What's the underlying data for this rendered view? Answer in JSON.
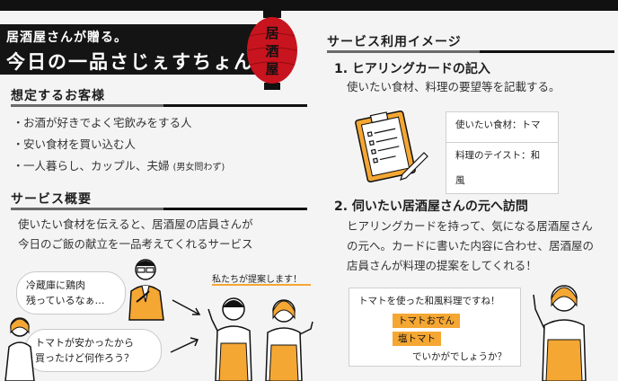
{
  "banner": {
    "subtitle": "居酒屋さんが贈る。",
    "title": "今日の一品さじぇすちょん",
    "lantern_text": [
      "居",
      "酒",
      "屋"
    ]
  },
  "target": {
    "heading": "想定するお客様",
    "items": [
      "お酒が好きでよく宅飲みをする人",
      "安い食材を買い込む人",
      "一人暮らし、カップル、夫婦"
    ],
    "item3_note": "(男女問わず)"
  },
  "overview": {
    "heading": "サービス概要",
    "lines": [
      "使いたい食材を伝えると、居酒屋の店員さんが",
      "今日のご飯の献立を一品考えてくれるサービス"
    ],
    "bubble1": [
      "冷蔵庫に鶏肉",
      "残っているなぁ…"
    ],
    "bubble2": [
      "トマトが安かったから",
      "買ったけど何作ろう？"
    ],
    "staff_label": "私たちが提案します！"
  },
  "usage": {
    "heading": "サービス利用イメージ",
    "step1": {
      "title": "1. ヒアリングカードの記入",
      "desc": "使いたい食材、料理の要望等を記載する。",
      "card1": "使いたい食材：トマト",
      "card2": "料理のテイスト：和風"
    },
    "step2": {
      "title": "2. 伺いたい居酒屋さんの元へ訪問",
      "lines": [
        "ヒアリングカードを持って、気になる居酒屋さん",
        "の元へ。カードに書いた内容に合わせ、居酒屋の",
        "店員さんが料理の提案をしてくれる！"
      ],
      "speech_line1": "トマトを使った和風料理ですね！",
      "dish1": "トマトおでん",
      "dish2": "塩トマト",
      "speech_last": "でいかがでしょうか？"
    }
  },
  "colors": {
    "accent": "#f5a733",
    "lantern": "#c8141e",
    "dark": "#141414"
  }
}
